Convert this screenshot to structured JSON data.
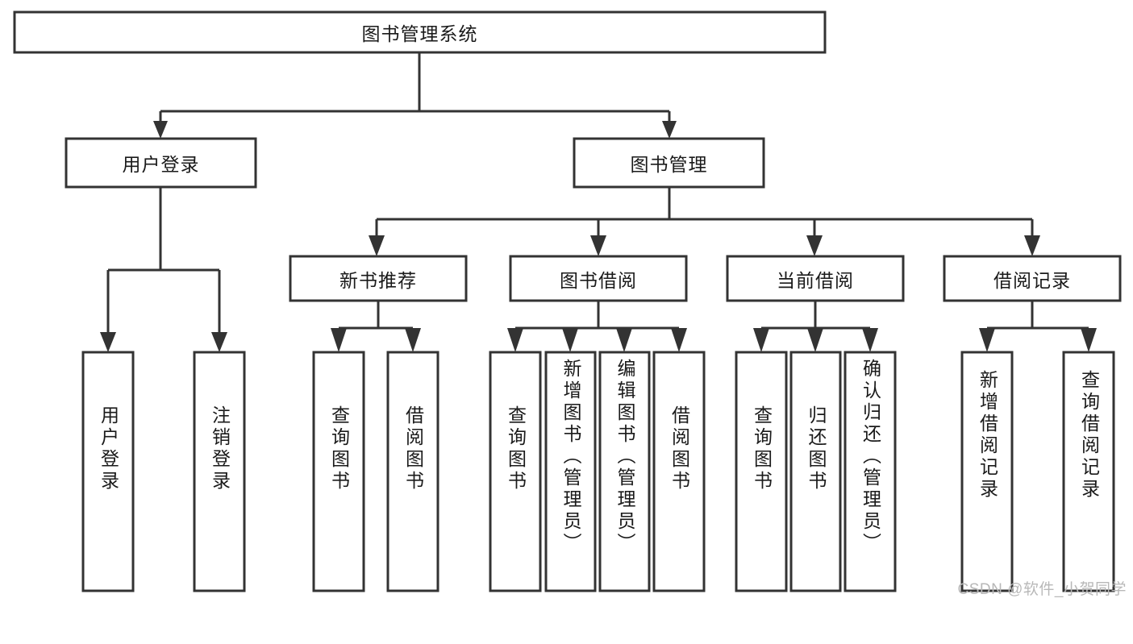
{
  "diagram": {
    "type": "tree-hierarchy",
    "title": "图书管理系统",
    "watermark": "CSDN @软件_小贺同学",
    "colors": {
      "stroke": "#333333",
      "fill": "#ffffff",
      "text": "#1a1a1a",
      "watermark": "#b8b8b8",
      "background": "#ffffff"
    },
    "levels": {
      "level1": [
        {
          "id": "root",
          "label": "图书管理系统",
          "orientation": "horizontal"
        }
      ],
      "level2": [
        {
          "id": "user-login",
          "label": "用户登录",
          "orientation": "horizontal",
          "parent": "root"
        },
        {
          "id": "book-manage",
          "label": "图书管理",
          "orientation": "horizontal",
          "parent": "root"
        }
      ],
      "level3": [
        {
          "id": "new-book-rec",
          "label": "新书推荐",
          "orientation": "horizontal",
          "parent": "book-manage"
        },
        {
          "id": "book-borrow",
          "label": "图书借阅",
          "orientation": "horizontal",
          "parent": "book-manage"
        },
        {
          "id": "current-borrow",
          "label": "当前借阅",
          "orientation": "horizontal",
          "parent": "book-manage"
        },
        {
          "id": "borrow-record",
          "label": "借阅记录",
          "orientation": "horizontal",
          "parent": "book-manage"
        }
      ],
      "level4": [
        {
          "id": "leaf-user-login",
          "label": "用户登录",
          "orientation": "vertical",
          "parent": "user-login"
        },
        {
          "id": "leaf-logout",
          "label": "注销登录",
          "orientation": "vertical",
          "parent": "user-login"
        },
        {
          "id": "leaf-query-book-1",
          "label": "查询图书",
          "orientation": "vertical",
          "parent": "new-book-rec"
        },
        {
          "id": "leaf-borrow-book-1",
          "label": "借阅图书",
          "orientation": "vertical",
          "parent": "new-book-rec"
        },
        {
          "id": "leaf-query-book-2",
          "label": "查询图书",
          "orientation": "vertical",
          "parent": "book-borrow"
        },
        {
          "id": "leaf-add-book",
          "label": "新增图书（管理员）",
          "orientation": "vertical",
          "parent": "book-borrow"
        },
        {
          "id": "leaf-edit-book",
          "label": "编辑图书（管理员）",
          "orientation": "vertical",
          "parent": "book-borrow"
        },
        {
          "id": "leaf-borrow-book-2",
          "label": "借阅图书",
          "orientation": "vertical",
          "parent": "book-borrow"
        },
        {
          "id": "leaf-query-book-3",
          "label": "查询图书",
          "orientation": "vertical",
          "parent": "current-borrow"
        },
        {
          "id": "leaf-return-book",
          "label": "归还图书",
          "orientation": "vertical",
          "parent": "current-borrow"
        },
        {
          "id": "leaf-confirm-return",
          "label": "确认归还（管理员）",
          "orientation": "vertical",
          "parent": "current-borrow"
        },
        {
          "id": "leaf-add-record",
          "label": "新增借阅记录",
          "orientation": "vertical",
          "parent": "borrow-record"
        },
        {
          "id": "leaf-query-record",
          "label": "查询借阅记录",
          "orientation": "vertical",
          "parent": "borrow-record"
        }
      ]
    }
  }
}
